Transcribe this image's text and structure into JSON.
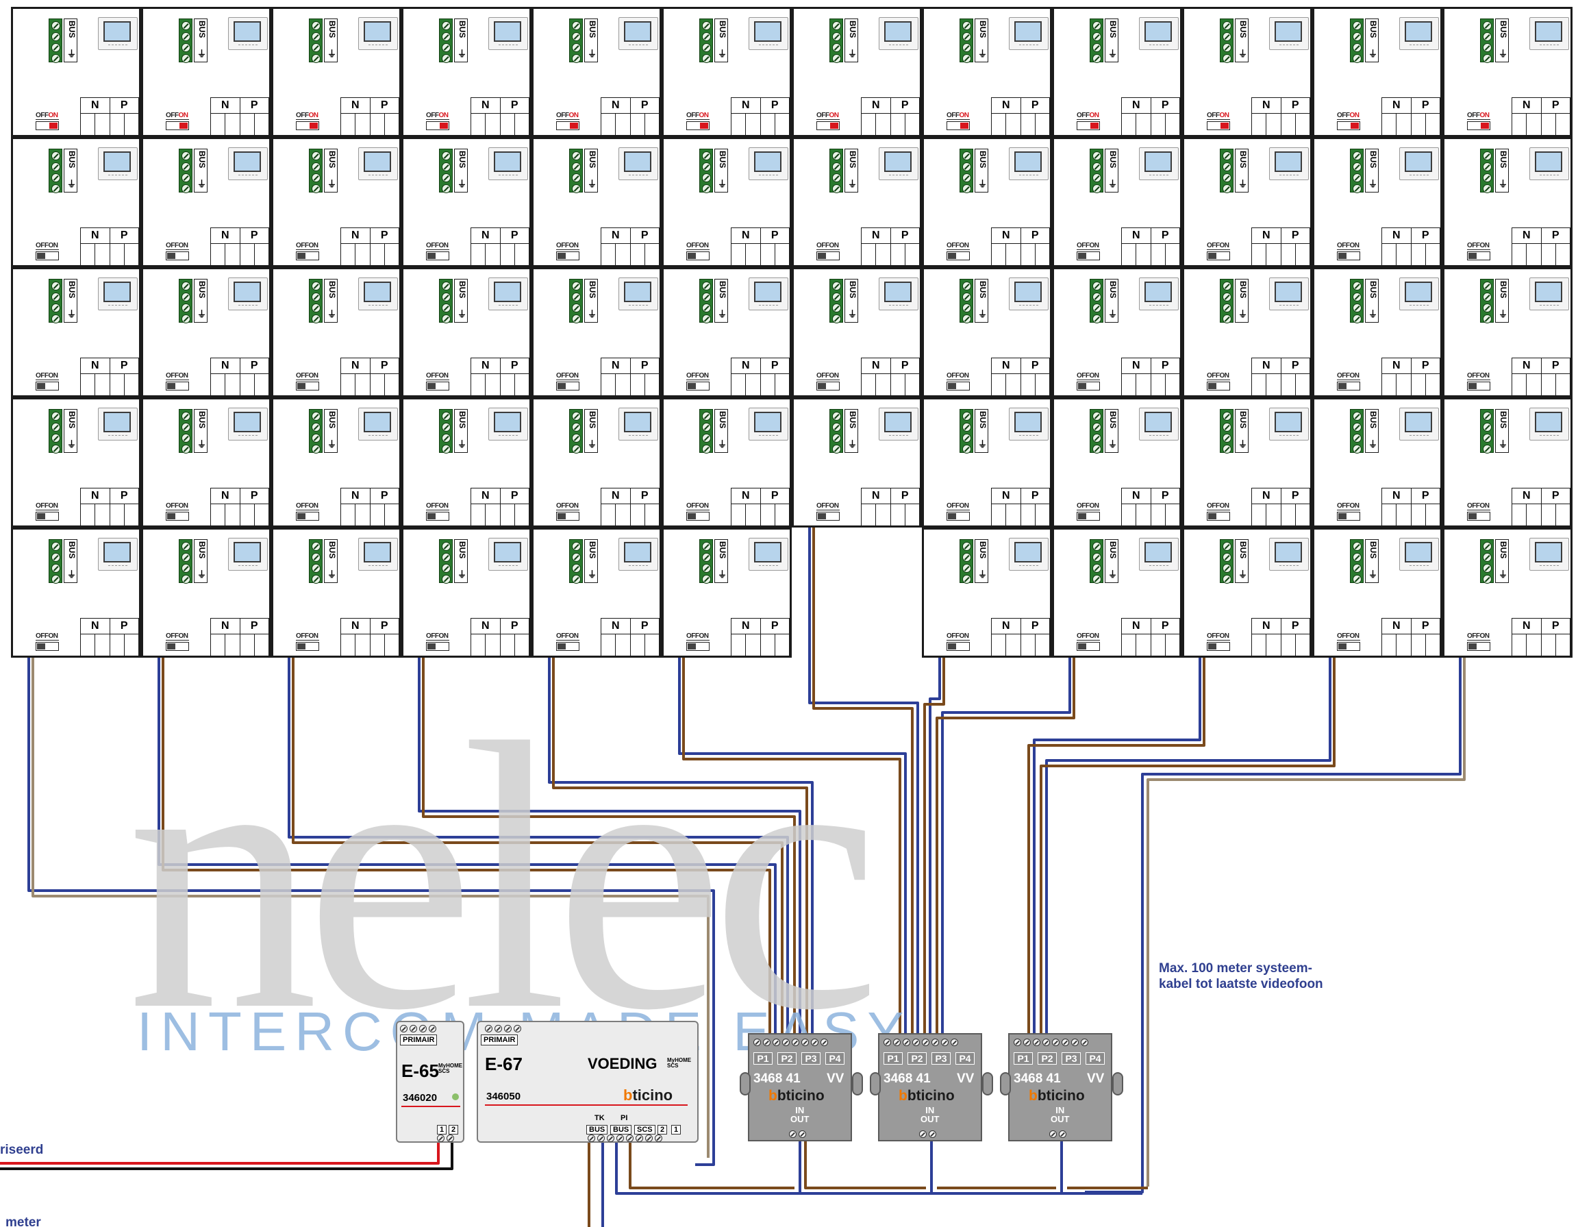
{
  "cell_labels": {
    "bus": "BUS",
    "off": "OFF",
    "on": "ON",
    "n": "N",
    "p": "P"
  },
  "watermark": {
    "logo_text": "nelec",
    "tagline": "INTERCOM MADE EASY"
  },
  "power_supply_e65": {
    "primair": "PRIMAIR",
    "name": "E-65",
    "brand_line": "MyHOME SCS",
    "part_number": "346020",
    "terminals": [
      "1",
      "2"
    ]
  },
  "power_supply_e67": {
    "primair": "PRIMAIR",
    "name": "E-67",
    "title": "VOEDING",
    "brand_line": "MyHOME SCS",
    "part_number": "346050",
    "brand": "bticino",
    "terminal_top": [
      "TK",
      "PI"
    ],
    "terminals": [
      "BUS",
      "BUS",
      "SCS",
      "2",
      "1"
    ]
  },
  "distributors": [
    {
      "outputs": [
        "P1",
        "P2",
        "P3",
        "P4"
      ],
      "code": "3468 41",
      "suffix": "VV",
      "brand": "bticino",
      "in": "IN",
      "out": "OUT"
    },
    {
      "outputs": [
        "P1",
        "P2",
        "P3",
        "P4"
      ],
      "code": "3468 41",
      "suffix": "VV",
      "brand": "bticino",
      "in": "IN",
      "out": "OUT"
    },
    {
      "outputs": [
        "P1",
        "P2",
        "P3",
        "P4"
      ],
      "code": "3468 41",
      "suffix": "VV",
      "brand": "bticino",
      "in": "IN",
      "out": "OUT"
    }
  ],
  "note": {
    "line1": "Max. 100 meter systeem-",
    "line2": "kabel tot laatste videofoon"
  },
  "left_labels": {
    "top": "riseerd",
    "bottom": "meter"
  },
  "colors": {
    "bus_blue": "#2d3f97",
    "bus_brown": "#7a4a1c",
    "bus_tan": "#9c8a70",
    "mains_red": "#d8161d",
    "mains_black": "#111111",
    "terminal_green": "#2a7a2e",
    "monitor_screen": "#b7d4ec",
    "distributor_grey": "#9a9a9a",
    "watermark_grey": "#cfcfcf",
    "watermark_blue": "#8db3de",
    "note_blue": "#2f3f8f",
    "brand_orange": "#f07800"
  },
  "grid": {
    "rows": 5,
    "cols": 12,
    "empty_cells": [
      [
        4,
        6
      ]
    ],
    "termination_on_row": 0
  },
  "icons": [
    "terminal-block-icon",
    "ground-icon",
    "videophone-icon",
    "switch-icon",
    "screw-icon"
  ]
}
